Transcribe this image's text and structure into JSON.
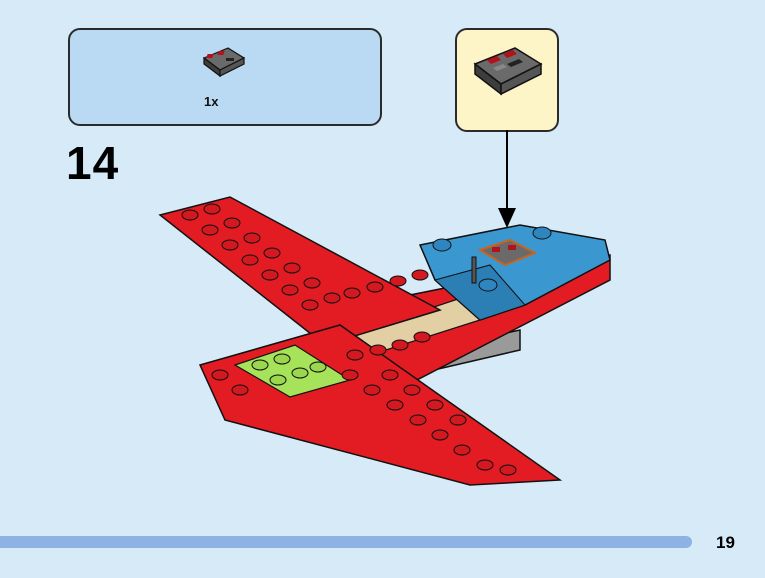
{
  "parts_list": {
    "items": [
      {
        "quantity": "1x",
        "icon": "cockpit-control-panel-slope-icon"
      }
    ]
  },
  "step": {
    "number": "14"
  },
  "callout": {
    "icon": "cockpit-control-panel-slope-icon"
  },
  "page": {
    "number": "19"
  },
  "colors": {
    "background": "#d6eaf8",
    "parts_box": "#b9daf2",
    "callout_box": "#fdf4c8",
    "plane_red": "#e31c23",
    "plane_blue": "#3a97cf",
    "accent_lime": "#a6e25a",
    "footer_bar": "#8cb3e3"
  }
}
